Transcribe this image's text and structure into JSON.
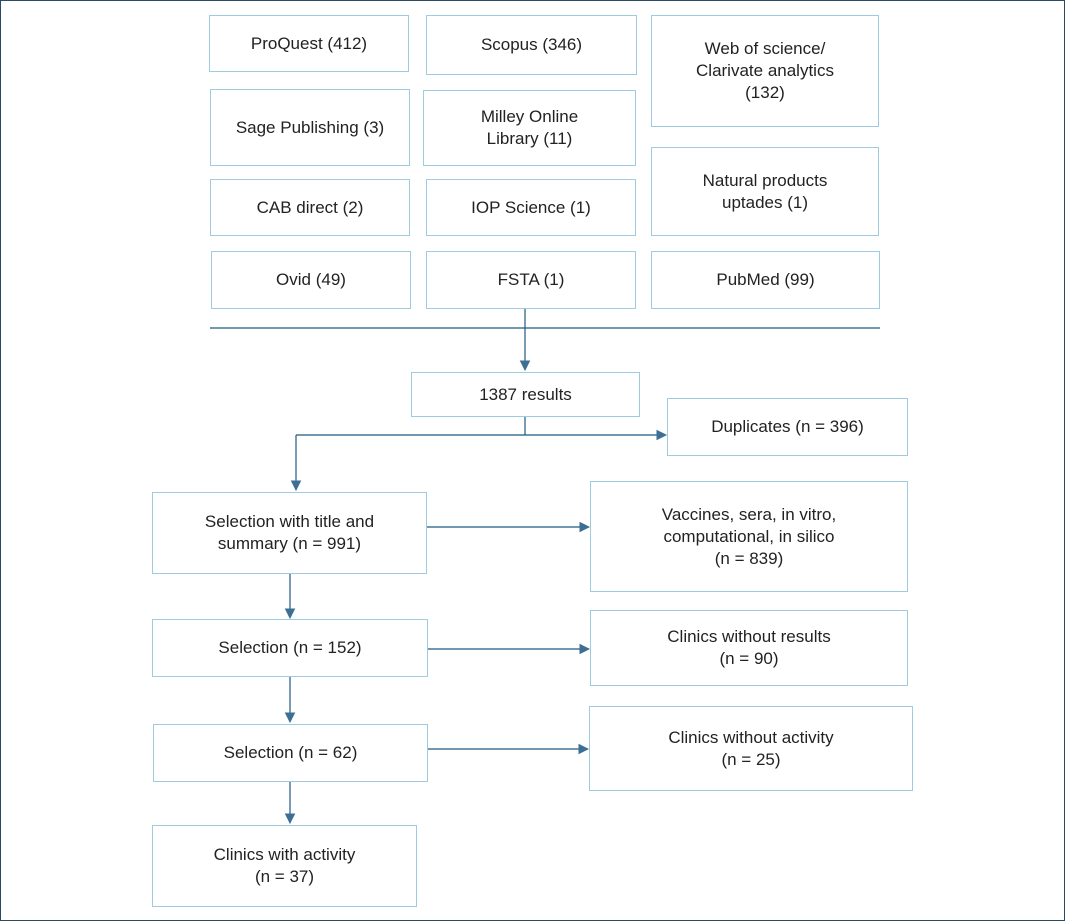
{
  "sources": {
    "proquest": "ProQuest (412)",
    "scopus": "Scopus (346)",
    "web_of_science": "Web of science/\nClarivate analytics\n(132)",
    "sage": "Sage Publishing (3)",
    "milley": "Milley Online\nLibrary (11)",
    "natural_products": "Natural products\nuptades (1)",
    "cab_direct": "CAB direct (2)",
    "iop_science": "IOP Science (1)",
    "ovid": "Ovid (49)",
    "fsta": "FSTA (1)",
    "pubmed": "PubMed (99)"
  },
  "flow": {
    "results": "1387 results",
    "duplicates": "Duplicates (n = 396)",
    "selection_title_summary": "Selection with title and\nsummary (n = 991)",
    "excluded_vaccines": "Vaccines, sera, in vitro,\ncomputational, in silico\n(n = 839)",
    "selection_152": "Selection (n = 152)",
    "excluded_no_results": "Clinics without results\n(n = 90)",
    "selection_62": "Selection (n = 62)",
    "excluded_no_activity": "Clinics without activity\n(n = 25)",
    "final": "Clinics with activity\n(n = 37)"
  },
  "colors": {
    "box_border": "#9fcbe0",
    "line": "#1f5a80",
    "arrow_head": "#3d6e94",
    "frame": "#2a4a66"
  }
}
